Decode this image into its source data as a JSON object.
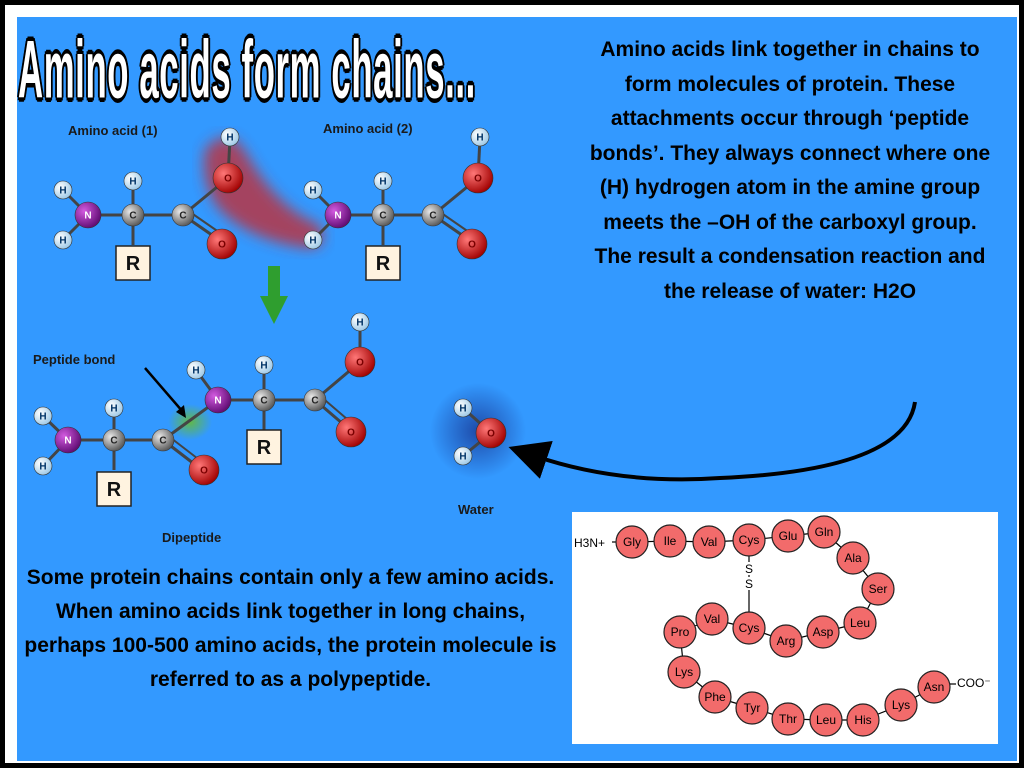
{
  "title": "Amino acids form chains...",
  "paragraph_right": "Amino acids link together in chains  to form molecules of protein. These attachments occur through ‘peptide bonds’. They always connect where one (H) hydrogen atom in the amine group meets the –OH of the carboxyl group. The result a condensation reaction and the release of water:  H2O",
  "paragraph_left": "Some protein chains contain only a few amino acids. When amino acids link together in long chains, perhaps 100-500 amino acids, the protein molecule is referred to as a polypeptide.",
  "diagram": {
    "amino_acid_1": "Amino acid (1)",
    "amino_acid_2": "Amino acid (2)",
    "peptide_bond": "Peptide bond",
    "dipeptide": "Dipeptide",
    "water": "Water",
    "atoms": {
      "H": "H",
      "N": "N",
      "C": "C",
      "O": "O",
      "R": "R"
    }
  },
  "polypeptide": {
    "n_terminus": "H3N+",
    "c_terminus": "COO⁻",
    "disulfide": [
      "S",
      "S"
    ],
    "residues": [
      "Gly",
      "Ile",
      "Val",
      "Cys",
      "Glu",
      "Gln",
      "Ala",
      "Ser",
      "Leu",
      "Asp",
      "Arg",
      "Cys",
      "Val",
      "Pro",
      "Lys",
      "Phe",
      "Tyr",
      "Thr",
      "Leu",
      "His",
      "Lys",
      "Asn"
    ]
  },
  "colors": {
    "background": "#3399ff",
    "hydrogen": "#e6f4ff",
    "nitrogen": "#8b1a9c",
    "carbon": "#9a9a9a",
    "oxygen": "#dd1111",
    "residue": "#f26b6b",
    "arrow": "#33aa33"
  }
}
